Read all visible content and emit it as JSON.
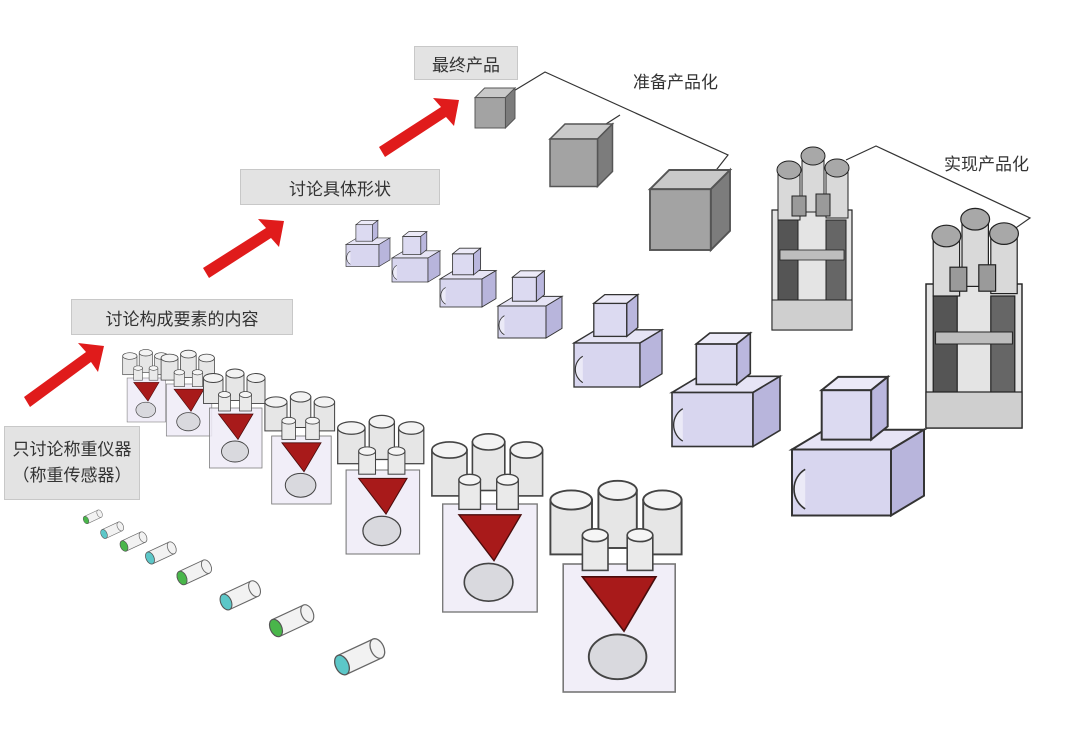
{
  "labels": {
    "stage1_line1": "只讨论称重仪器",
    "stage1_line2": "（称重传感器）",
    "stage2": "讨论构成要素的内容",
    "stage3": "讨论具体形状",
    "stage4": "最终产品",
    "prep": "准备产品化",
    "real": "实现产品化"
  },
  "colors": {
    "arrow": "#e01b1b",
    "block_fill": "#d5d3ee",
    "block_side": "#b9b6de",
    "cube_gray": "#9a9a9a",
    "hopper_red": "#a81a1a",
    "teal": "#5cc7c8",
    "green": "#49b64a"
  }
}
